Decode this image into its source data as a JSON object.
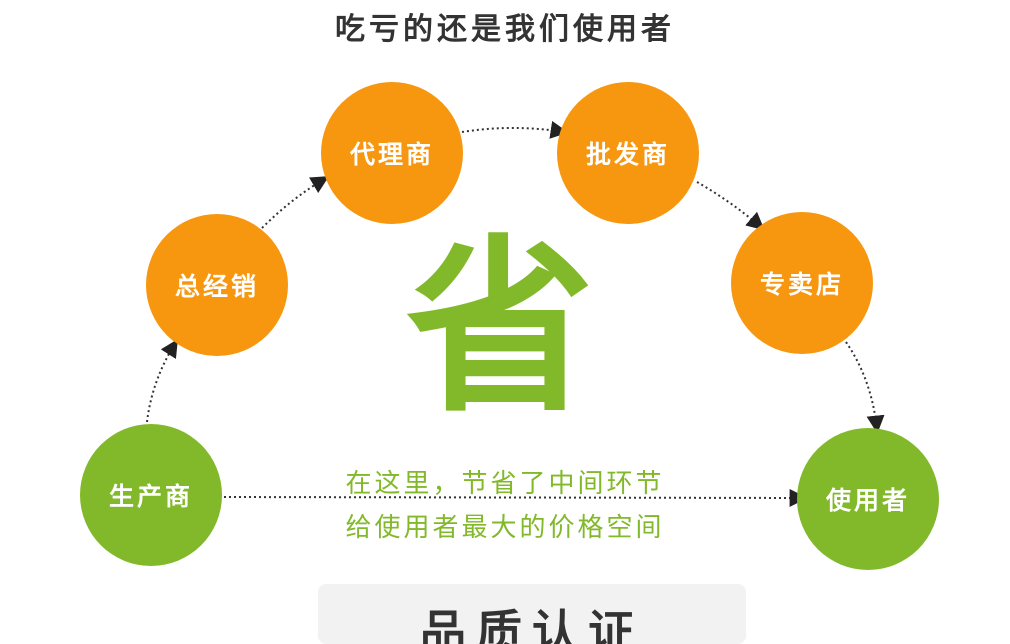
{
  "title": "吃亏的还是我们使用者",
  "nodes": {
    "producer": "生产商",
    "general_distributor": "总经销",
    "agent": "代理商",
    "wholesaler": "批发商",
    "store": "专卖店",
    "user": "使用者"
  },
  "center": {
    "save_char": "省",
    "caption_line1": "在这里，节省了中间环节",
    "caption_line2": "给使用者最大的价格空间"
  },
  "bottom": {
    "label": "品质认证"
  },
  "colors": {
    "orange": "#f7970f",
    "green": "#82b92a",
    "title": "#333333"
  }
}
